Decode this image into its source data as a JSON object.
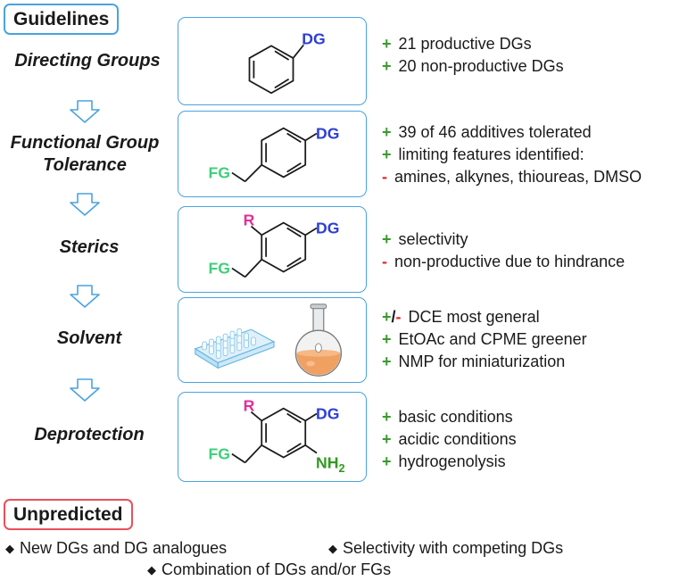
{
  "headers": {
    "guidelines": "Guidelines",
    "unpredicted": "Unpredicted"
  },
  "steps": [
    {
      "label": "Directing Groups",
      "notes": [
        {
          "sign": "+",
          "text": "21 productive DGs"
        },
        {
          "sign": "+",
          "text": "20 non-productive DGs"
        }
      ]
    },
    {
      "label": "Functional Group Tolerance",
      "label_lines": [
        "Functional Group",
        "Tolerance"
      ],
      "notes": [
        {
          "sign": "+",
          "text": "39 of 46 additives tolerated"
        },
        {
          "sign": "+",
          "text": "limiting features identified:"
        },
        {
          "sign": "-",
          "text": "amines, alkynes, thioureas, DMSO"
        }
      ]
    },
    {
      "label": "Sterics",
      "notes": [
        {
          "sign": "+",
          "text": "selectivity"
        },
        {
          "sign": "-",
          "text": "non-productive due to hindrance"
        }
      ]
    },
    {
      "label": "Solvent",
      "notes": [
        {
          "sign": "+/-",
          "text": "DCE most general"
        },
        {
          "sign": "+",
          "text": "EtOAc and CPME greener"
        },
        {
          "sign": "+",
          "text": "NMP for miniaturization"
        }
      ]
    },
    {
      "label": "Deprotection",
      "notes": [
        {
          "sign": "+",
          "text": "basic conditions"
        },
        {
          "sign": "+",
          "text": "acidic conditions"
        },
        {
          "sign": "+",
          "text": "hydrogenolysis"
        }
      ]
    }
  ],
  "chem_labels": {
    "dg": "DG",
    "fg": "FG",
    "r": "R",
    "nh": "NH",
    "sub2": "2"
  },
  "unpredicted_items": [
    "New DGs and DG analogues",
    "Selectivity with competing DGs",
    "Combination of DGs and/or FGs"
  ],
  "colors": {
    "dg": "#2e3fd6",
    "fg": "#3fd07a",
    "r": "#e0309a",
    "nh2": "#2e9a1e",
    "plus": "#3a9a2e",
    "minus": "#e0282e",
    "box_border": "#4aa3df",
    "guidelines_border": "#4aa3df",
    "unpredicted_border": "#e8505b"
  }
}
